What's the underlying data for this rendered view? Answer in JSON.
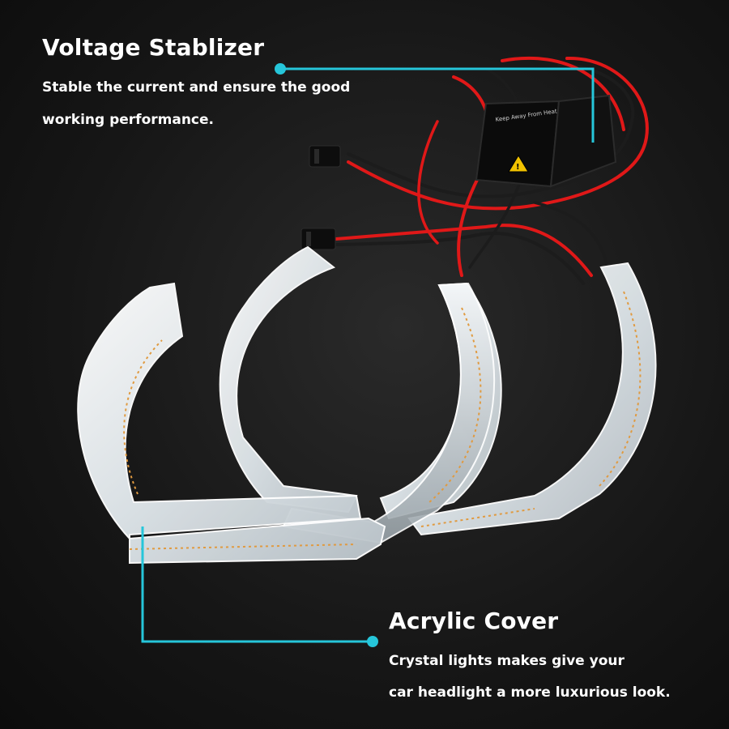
{
  "callouts": {
    "stabilizer": {
      "title": "Voltage Stablizer",
      "line1": "Stable the current and ensure the good",
      "line2": "working performance."
    },
    "acrylic": {
      "title": "Acrylic Cover",
      "line1": "Crystal lights makes give your",
      "line2": "car headlight a more luxurious look."
    }
  },
  "module_label": "Keep Away From Heat",
  "colors": {
    "background": "#161616",
    "text": "#ffffff",
    "accent": "#26c6da",
    "wire_red": "#e01818",
    "wire_black": "#1c1c1c"
  }
}
